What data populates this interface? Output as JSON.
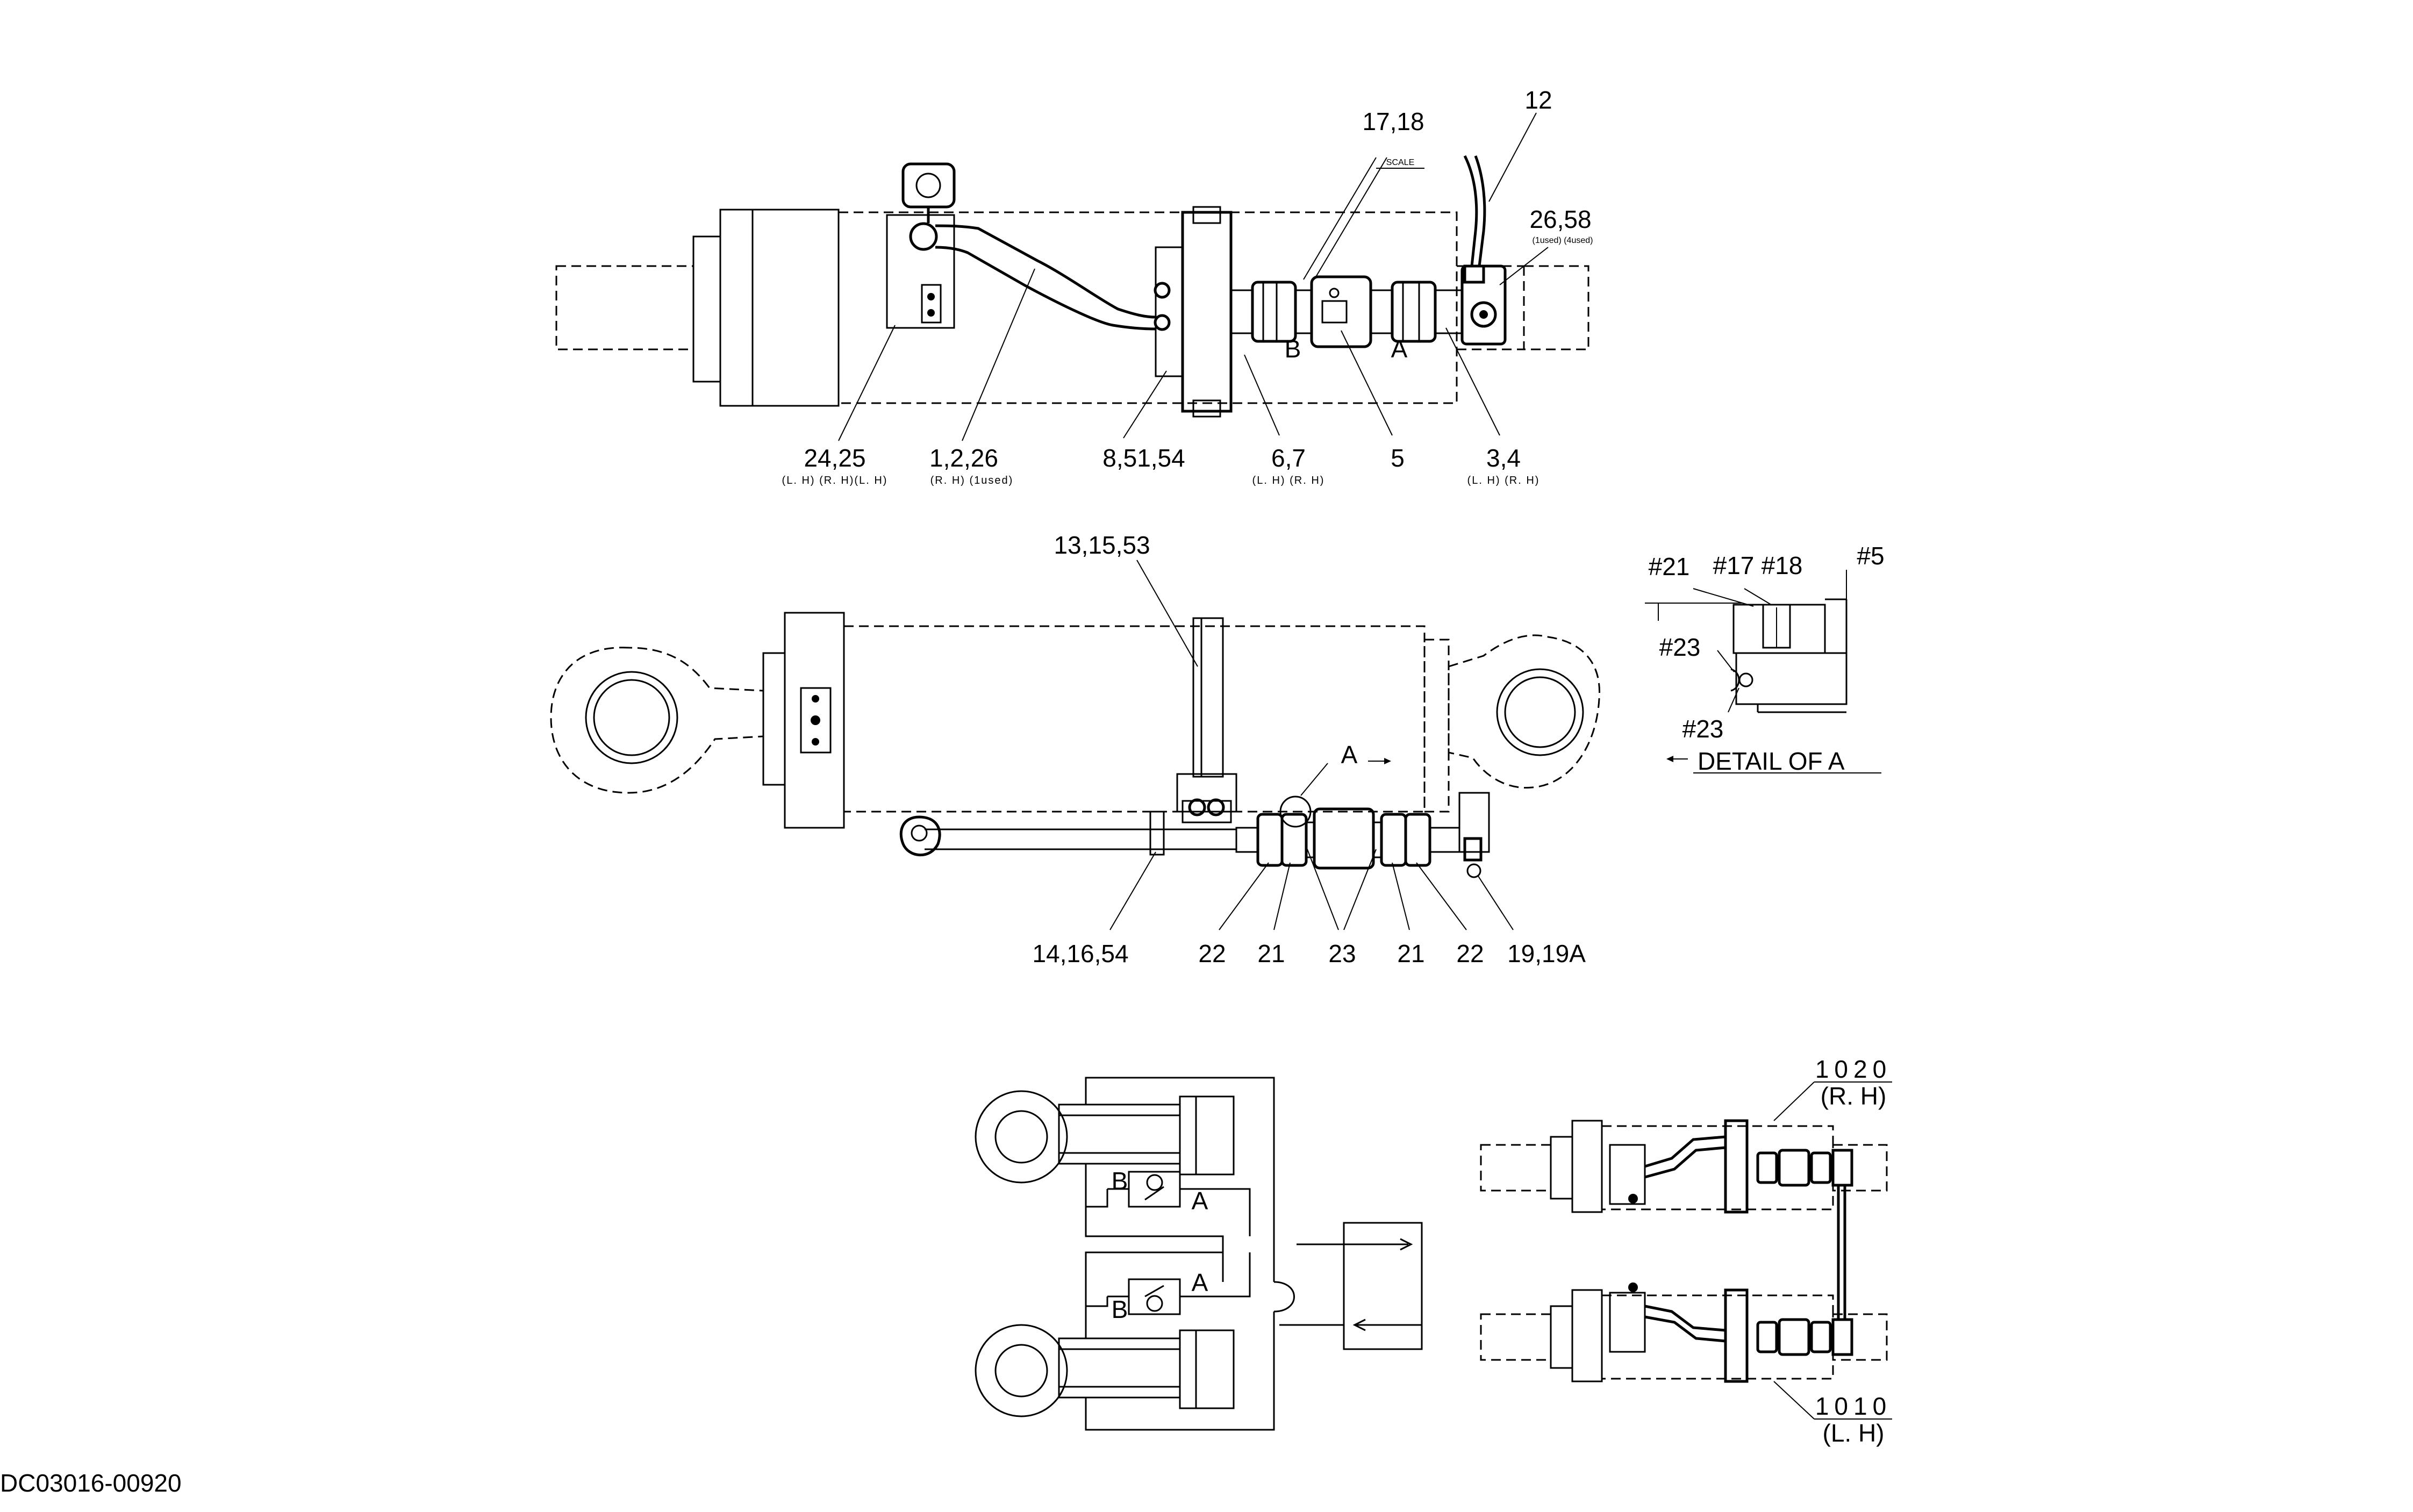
{
  "top_view": {
    "labels": {
      "l_17_18": "17,18",
      "scale": "SCALE",
      "l_12": "12",
      "l_26_58": "26,58",
      "l_26_58_sub": "(1used) (4used)",
      "port_b": "B",
      "port_a": "A",
      "l_24_25": "24,25",
      "l_24_25_sub": "(L. H) (R. H)(L. H)",
      "l_1_2_26": "1,2,26",
      "l_1_2_26_sub": "(R. H) (1used)",
      "l_8_51_54": "8,51,54",
      "l_6_7": "6,7",
      "l_6_7_sub": "(L. H) (R. H)",
      "l_5": "5",
      "l_3_4": "3,4",
      "l_3_4_sub": "(L. H) (R. H)"
    }
  },
  "side_view": {
    "labels": {
      "l_13_15_53": "13,15,53",
      "detail_marker": "A",
      "l_14_16_54": "14,16,54",
      "l_22a": "22",
      "l_21a": "21",
      "l_23": "23",
      "l_21b": "21",
      "l_22b": "22",
      "l_19_19a": "19,19A"
    }
  },
  "detail": {
    "labels": {
      "h21": "#21",
      "h17": "#17",
      "h18": "#18",
      "h5": "#5",
      "h23a": "#23",
      "h23b": "#23",
      "title": "DETAIL OF A"
    }
  },
  "schematic": {
    "labels": {
      "b_upper": "B",
      "a_upper": "A",
      "a_lower": "A",
      "b_lower": "B"
    }
  },
  "layout_view": {
    "labels": {
      "rh_num": "1020",
      "rh_side": "(R. H)",
      "lh_num": "1010",
      "lh_side": "(L. H)"
    }
  },
  "footer": {
    "drawing_code": "DC03016-00920"
  }
}
